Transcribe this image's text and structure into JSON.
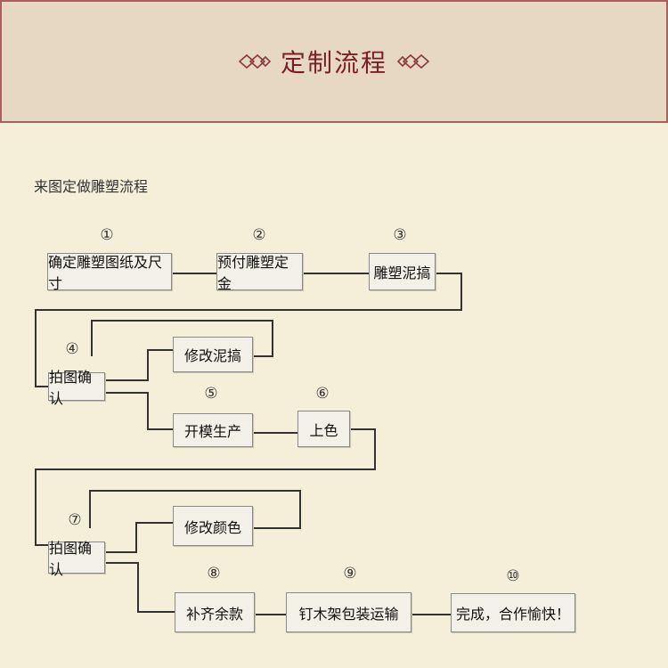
{
  "header": {
    "title": "定制流程"
  },
  "intro": "来图定做雕塑流程",
  "steps": {
    "s1": {
      "num": "①",
      "label": "确定雕塑图纸及尺寸"
    },
    "s2": {
      "num": "②",
      "label": "预付雕塑定金"
    },
    "s3": {
      "num": "③",
      "label": "雕塑泥搞"
    },
    "s4": {
      "num": "④",
      "label": "拍图确认"
    },
    "revise_clay": {
      "label": "修改泥搞"
    },
    "s5": {
      "num": "⑤",
      "label": "开模生产"
    },
    "s6": {
      "num": "⑥",
      "label": "上色"
    },
    "s7": {
      "num": "⑦",
      "label": "拍图确认"
    },
    "revise_color": {
      "label": "修改颜色"
    },
    "s8": {
      "num": "⑧",
      "label": "补齐余款"
    },
    "s9": {
      "num": "⑨",
      "label": "钉木架包装运输"
    },
    "s10": {
      "num": "⑩",
      "label": "完成，合作愉快！"
    }
  },
  "colors": {
    "header_bg": "#e7d8c4",
    "header_border": "#a9615e",
    "title": "#7a1f22",
    "page_bg": "#f5efda",
    "line": "#333333"
  }
}
